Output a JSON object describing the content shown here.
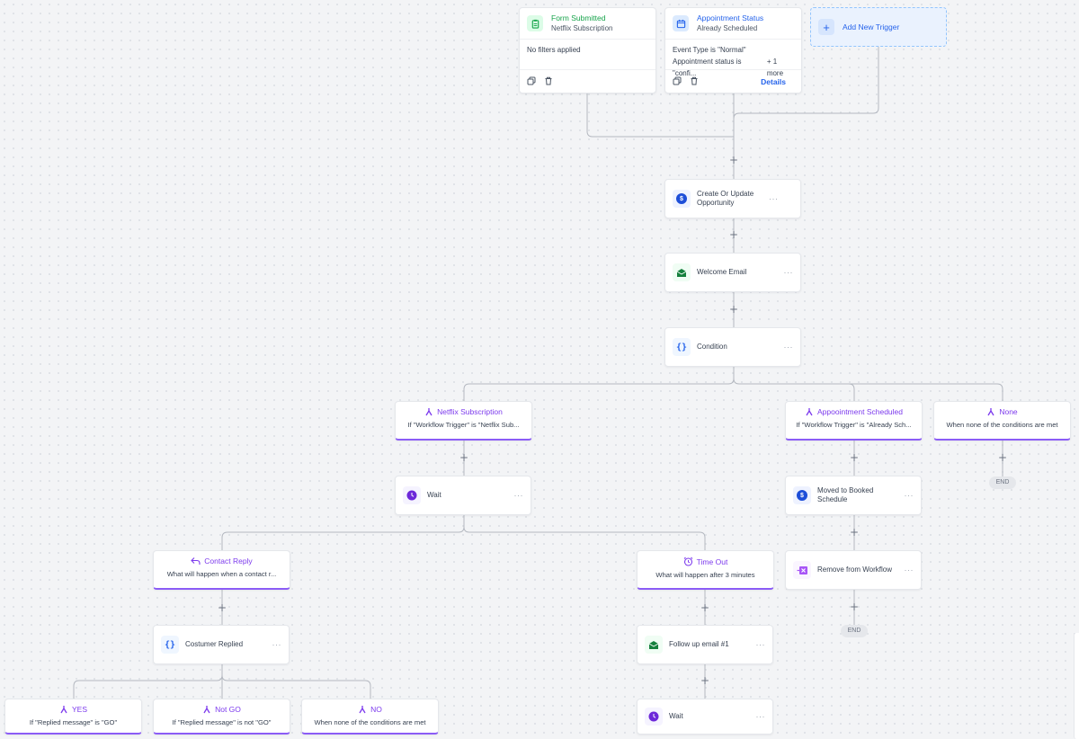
{
  "triggers": [
    {
      "title": "Form Submitted",
      "subtitle": "Netflix Subscription",
      "filters": [
        "No filters applied"
      ],
      "icon": "clipboard-icon",
      "color": "#16a34a"
    },
    {
      "title": "Appointment Status",
      "subtitle": "Already Scheduled",
      "filters": [
        "Event Type is \"Normal\"",
        "Appointment status is \"confi..."
      ],
      "more": "+ 1 more",
      "details": "Details",
      "icon": "calendar-icon",
      "color": "#2563eb"
    }
  ],
  "add_trigger": {
    "label": "Add New Trigger"
  },
  "actions": {
    "opportunity": "Create Or Update Opportunity",
    "welcome_email": "Welcome Email",
    "condition": "Condition",
    "wait": "Wait",
    "moved_booked": "Moved to Booked Schedule",
    "remove_workflow": "Remove from Workflow",
    "customer_replied": "Costumer Replied",
    "followup_email": "Follow up email #1",
    "wait2": "Wait"
  },
  "branches": {
    "netflix": {
      "title": "Netflix Subscription",
      "sub": "If \"Workflow Trigger\" is \"Netflix Sub..."
    },
    "appointment": {
      "title": "Appoointment Scheduled",
      "sub": "If \"Workflow Trigger\" is \"Already Sch..."
    },
    "none": {
      "title": "None",
      "sub": "When none of the conditions are met"
    },
    "contact_reply": {
      "title": "Contact Reply",
      "sub": "What will happen when a contact r..."
    },
    "time_out": {
      "title": "Time Out",
      "sub": "What will happen after 3 minutes"
    },
    "yes": {
      "title": "YES",
      "sub": "If \"Replied message\" is \"GO\""
    },
    "not_go": {
      "title": "Not GO",
      "sub": "If \"Replied message\" is not \"GO\""
    },
    "no": {
      "title": "NO",
      "sub": "When none of the conditions are met"
    }
  },
  "end_label": "END",
  "plus": "+",
  "menu": "···",
  "colors": {
    "accent": "#2563eb",
    "branch": "#8b5cf6",
    "email": "#15803d",
    "opportunity": "#1d4ed8",
    "wait": "#6d28d9",
    "remove": "#a855f7",
    "form_trigger": "#16a34a"
  }
}
